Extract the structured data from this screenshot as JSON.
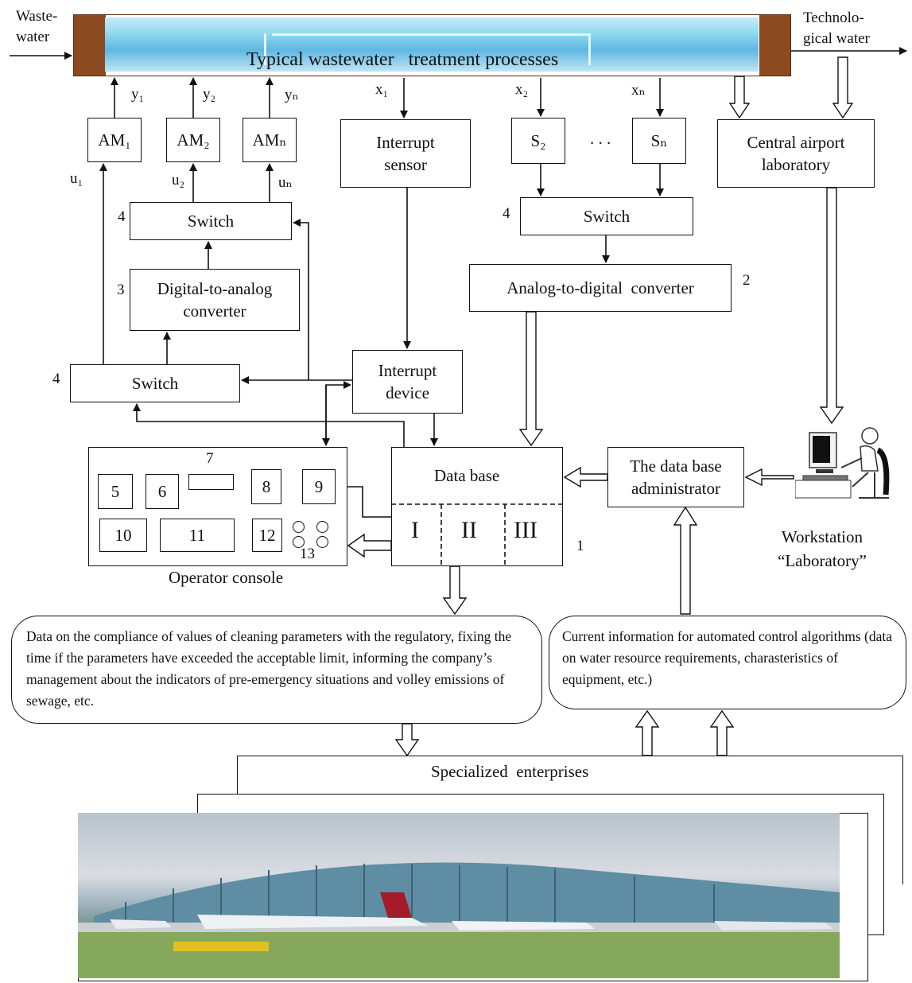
{
  "inputs": {
    "wastewater": "Waste-\nwater",
    "technological_water": "Technolo-\ngical water"
  },
  "tank": {
    "title": "Typical wastewater   treatment processes"
  },
  "outputs_y": [
    "y₁",
    "y₂",
    "yₙ"
  ],
  "inputs_x": [
    "x₁",
    "x₂",
    "xₙ"
  ],
  "controls_u": [
    "u₁",
    "u₂",
    "uₙ"
  ],
  "actuators": [
    "AM₁",
    "AM₂",
    "AMₙ"
  ],
  "sensors": [
    "S₂",
    "Sₙ"
  ],
  "dots": ". . .",
  "interrupt_sensor": "Interrupt\nsensor",
  "central_lab": "Central airport\nlaboratory",
  "switch_label": "Switch",
  "dac": "Digital-to-analog\nconverter",
  "adc": "Analog-to-digital  converter",
  "interrupt_device": "Interrupt\ndevice",
  "database": "Data base",
  "db_admin": "The data base\nadministrator",
  "db_sections": [
    "I",
    "II",
    "III"
  ],
  "workstation": "Workstation\n“Laboratory”",
  "operator_console": {
    "title": "Operator console",
    "items": [
      "5",
      "6",
      "7",
      "8",
      "9",
      "10",
      "11",
      "12",
      "13"
    ]
  },
  "numbers": {
    "n1": "1",
    "n2": "2",
    "n3": "3",
    "n4a": "4",
    "n4b": "4",
    "n4c": "4"
  },
  "bubble_left": "Data on the compliance of values of cleaning parameters with the regulatory, fixing the time if the parameters have exceeded the acceptable limit, informing the company’s management about the indicators of pre-emergency situations and volley emissions of sewage, etc.",
  "bubble_right": "Current information for automated control algorithms (data on water resource requirements, charasteristics of equipment, etc.)",
  "enterprises": "Specialized  enterprises"
}
